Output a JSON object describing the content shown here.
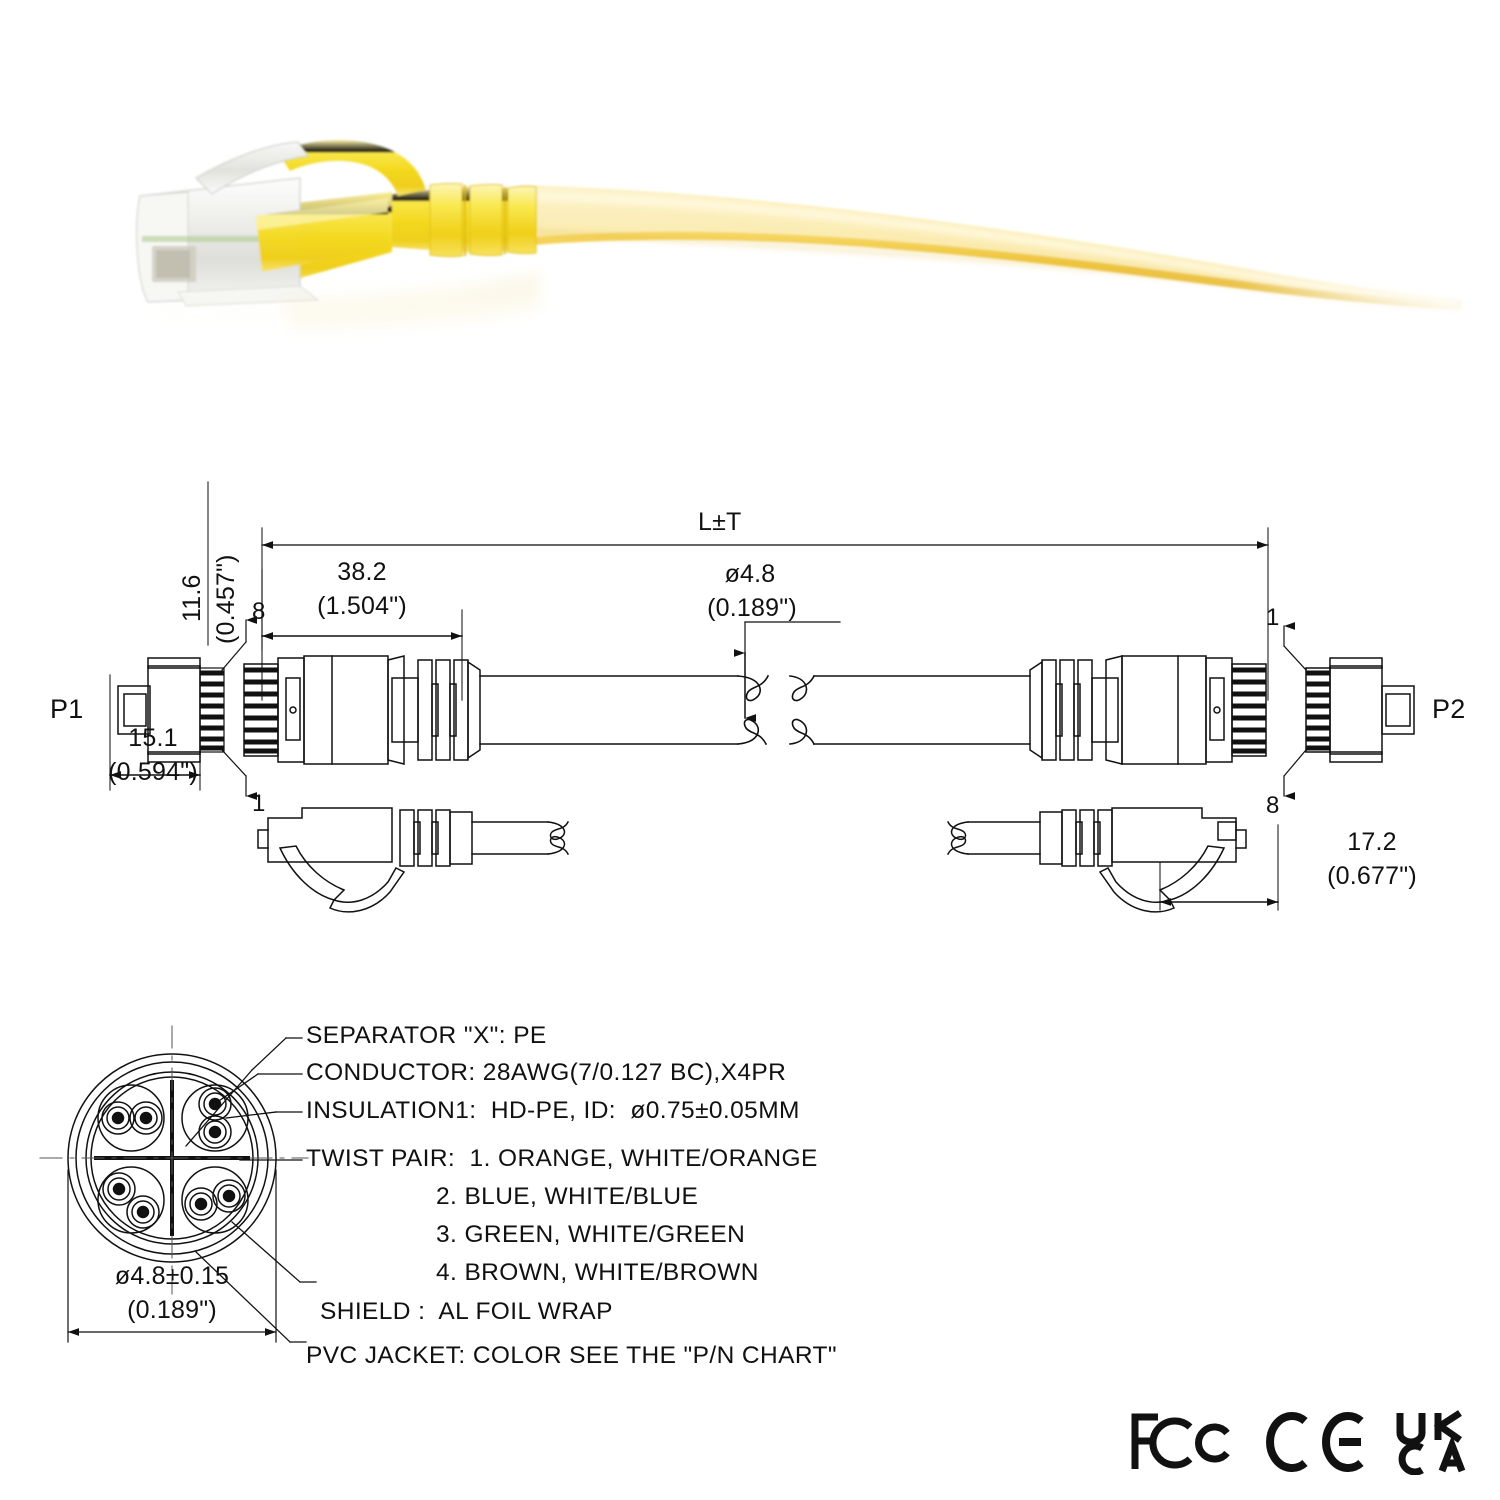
{
  "photo": {
    "alt_name": "yellow-cat6-rj45-patch-cable-photo",
    "cable_color_hex": "#F3CF4E",
    "boot_color_hex": "#F5DC2B",
    "connector_body_hex": "#EDEDE8",
    "background_hex": "#FFFFFF"
  },
  "drawing": {
    "ports": {
      "p1": "P1",
      "p2": "P2"
    },
    "pins": {
      "top_left": "8",
      "bottom_left": "1",
      "top_right": "1",
      "bottom_right": "8"
    },
    "overall_length_label": "L±T",
    "connector_length": {
      "mm": "38.2",
      "inch": "(1.504\")"
    },
    "connector_width": {
      "mm": "15.1",
      "inch": "(0.594\")"
    },
    "connector_height": {
      "mm": "11.6",
      "inch": "(0.457\")"
    },
    "cable_diameter": {
      "mm": "ø4.8",
      "inch": "(0.189\")"
    },
    "boot_length": {
      "mm": "17.2",
      "inch": "(0.677\")"
    }
  },
  "cross_section": {
    "diameter": {
      "mm": "ø4.8±0.15",
      "inch": "(0.189\")"
    },
    "callouts": [
      "SEPARATOR \"X\": PE",
      "CONDUCTOR: 28AWG(7/0.127 BC),X4PR",
      "INSULATION1:  HD-PE, ID:  ø0.75±0.05MM",
      "TWIST PAIR:  1. ORANGE, WHITE/ORANGE",
      "2. BLUE, WHITE/BLUE",
      "3. GREEN, WHITE/GREEN",
      "4. BROWN, WHITE/BROWN",
      "SHIELD :  AL FOIL WRAP",
      "PVC JACKET: COLOR SEE THE \"P/N CHART\""
    ]
  },
  "certifications": [
    {
      "name": "fcc-mark",
      "label": "FCC"
    },
    {
      "name": "ce-mark",
      "label": "CE"
    },
    {
      "name": "ukca-mark",
      "label": "UKCA"
    }
  ]
}
